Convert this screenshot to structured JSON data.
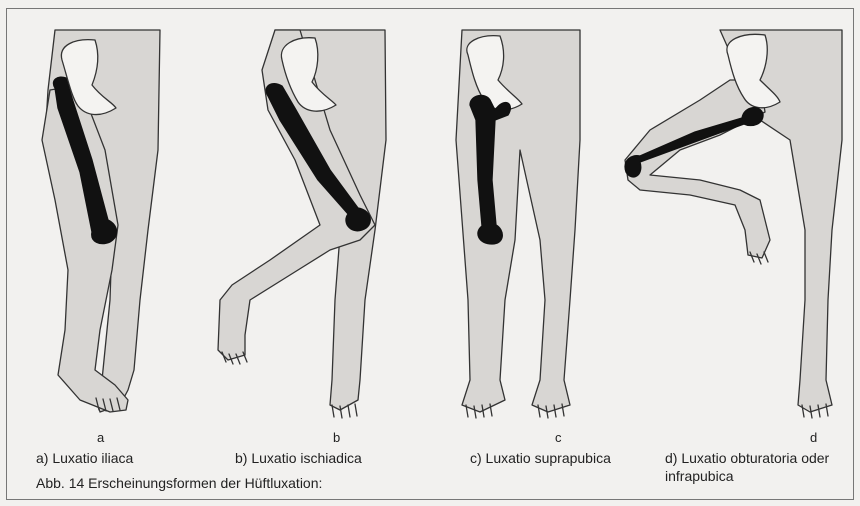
{
  "figure": {
    "letters": [
      "a",
      "b",
      "c",
      "d"
    ],
    "labels": [
      "a) Luxatio iliaca",
      "b) Luxatio ischiadica",
      "c) Luxatio suprapubica",
      "d) Luxatio obturatoria oder",
      "infrapubica"
    ],
    "caption": "Abb. 14 Erscheinungsformen der Hüftluxation:",
    "colors": {
      "skin": "#d8d6d3",
      "bone": "#111111",
      "outline": "#333333",
      "background": "#f2f1ef"
    }
  }
}
